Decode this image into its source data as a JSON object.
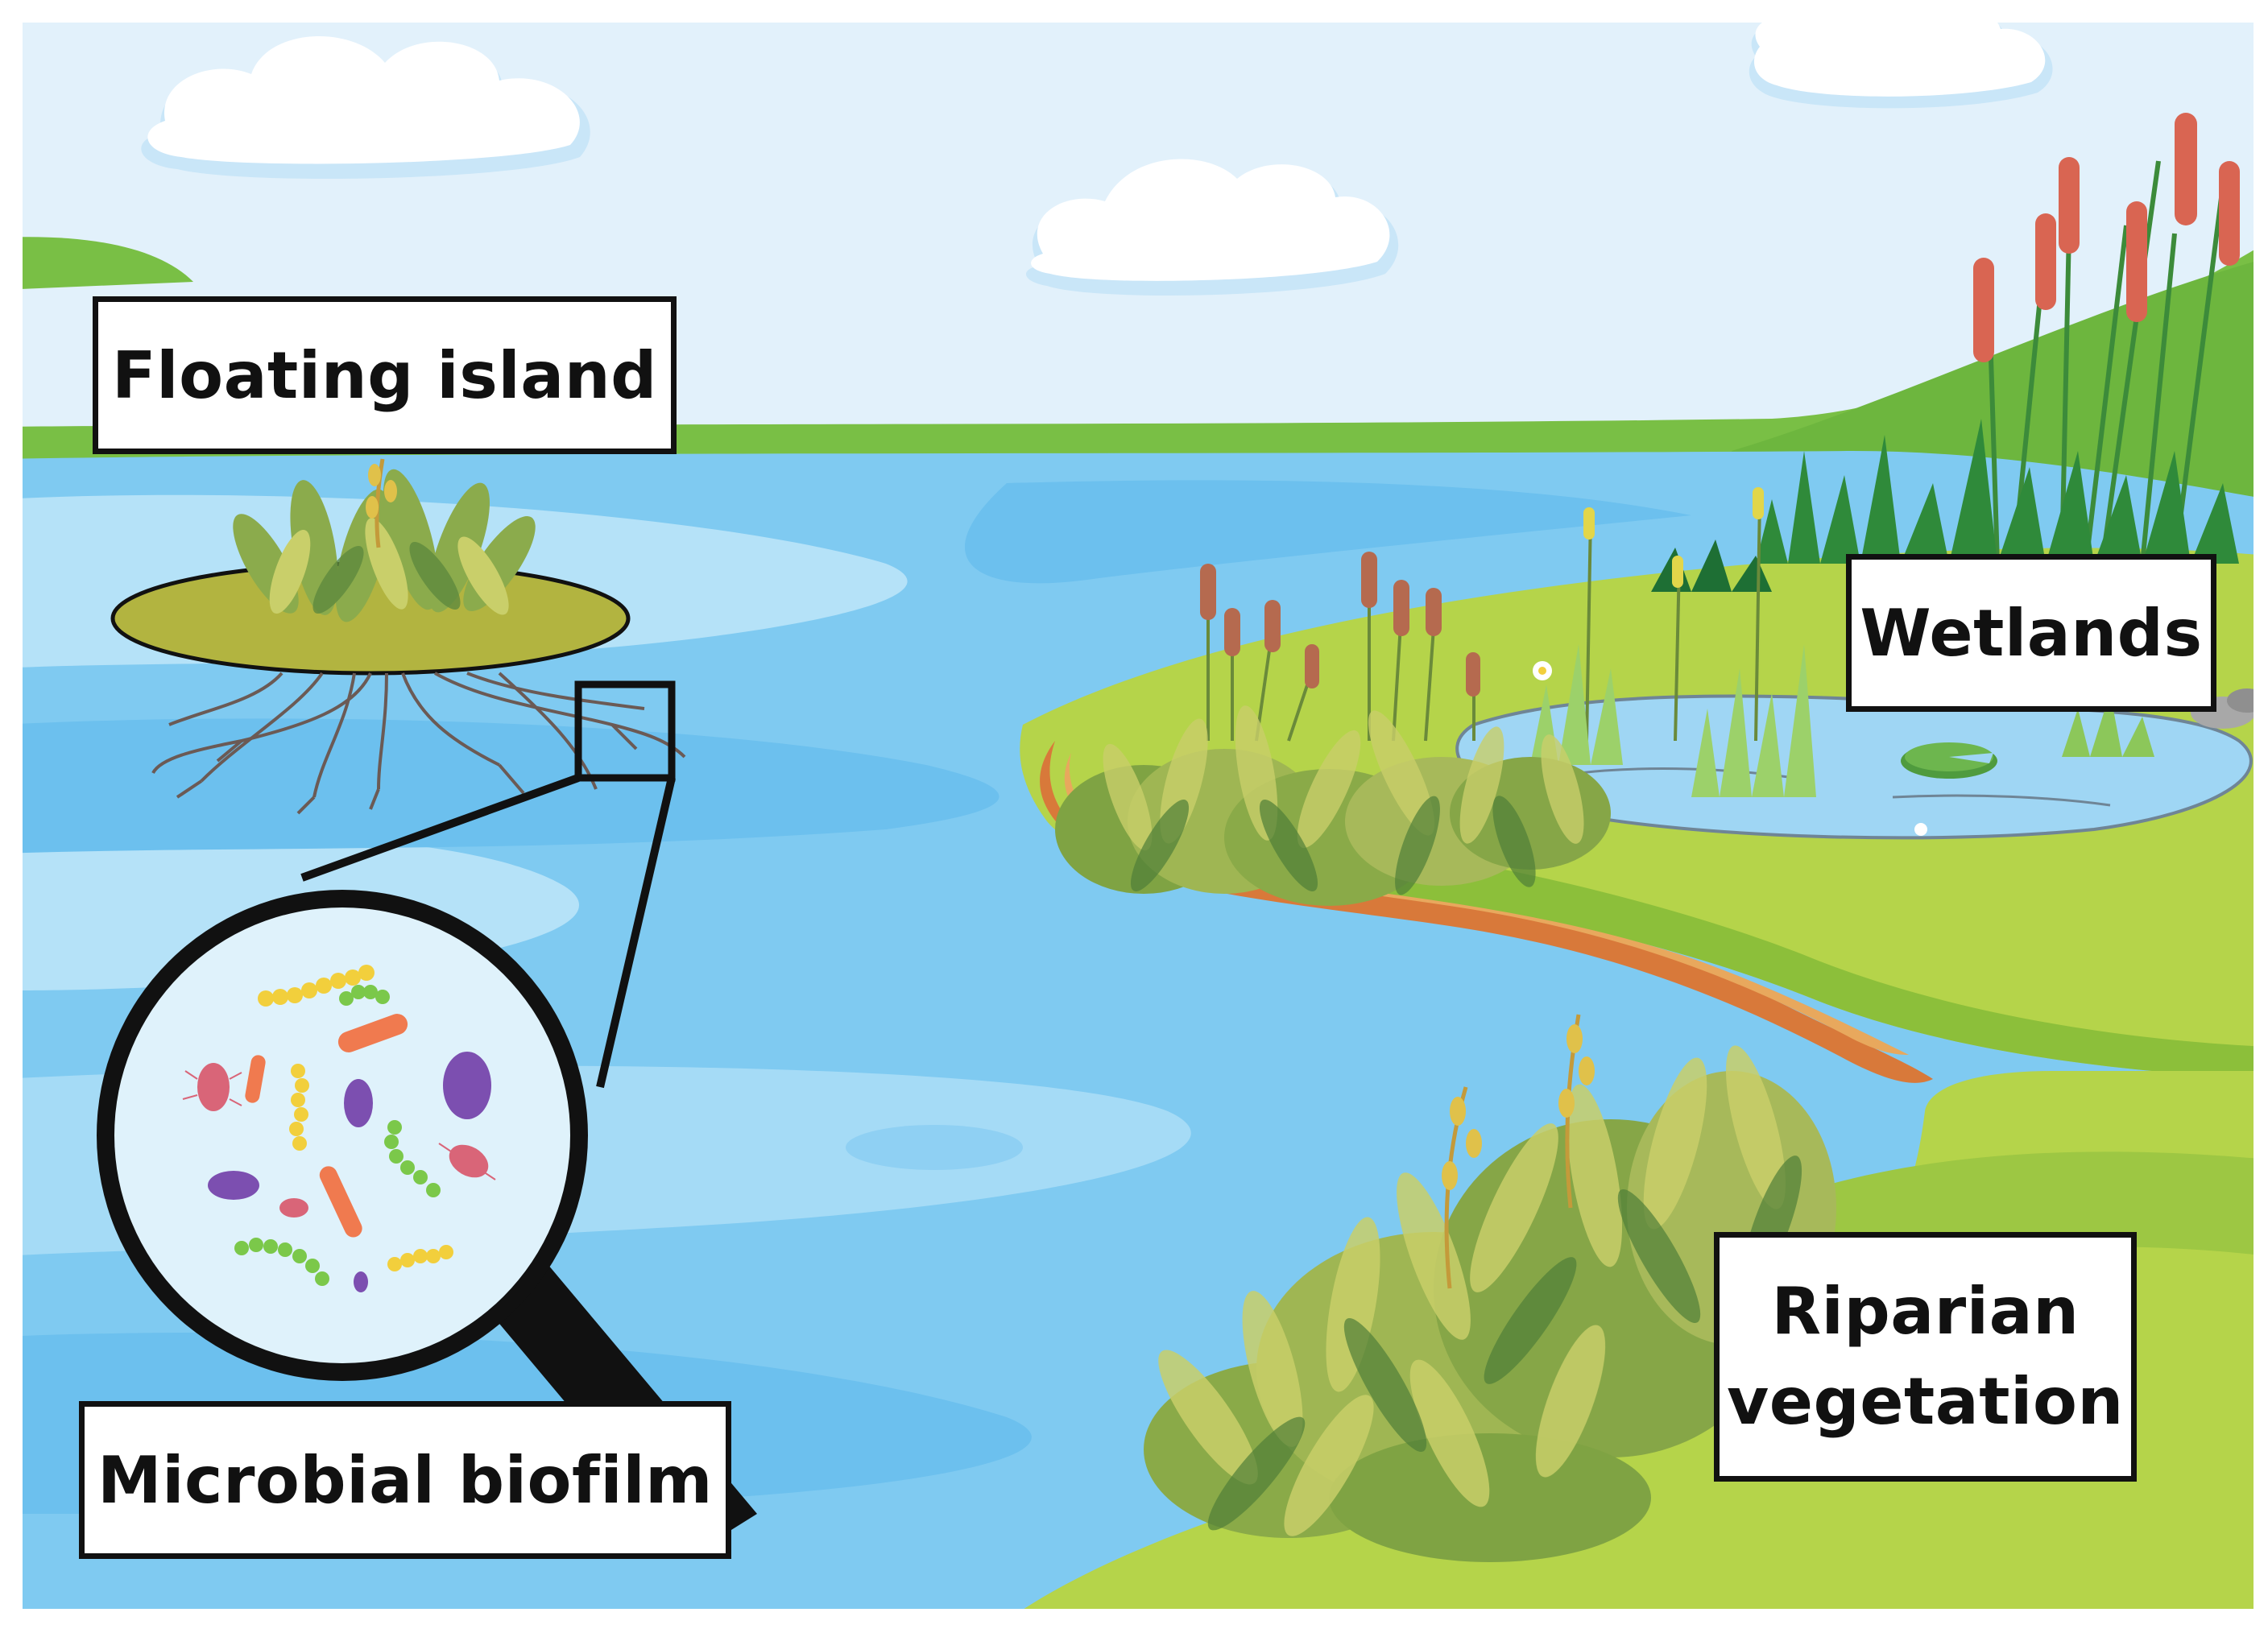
{
  "labels": {
    "floating_island": "Floating island",
    "wetlands": "Wetlands",
    "riparian_line1": "Riparian",
    "riparian_line2": "vegetation",
    "microbial_biofilm": "Microbial biofilm"
  },
  "colors": {
    "sky": "#e2f1fb",
    "cloud": "#ffffff",
    "cloud_shadow": "#c9e6f8",
    "hill": "#79bf45",
    "hill_dark": "#5fa93a",
    "water": "#7fcaf1",
    "water_light": "#b5e2f8",
    "water_dark": "#5cb4e8",
    "grass": "#b5d44a",
    "grass_dark": "#8cbf3a",
    "bank": "#d8793a",
    "island": "#b2b440",
    "roots": "#6b5a55",
    "reed": "#d96552",
    "cattail_brown": "#b56a4f",
    "leaf": "#8bab4c",
    "leaf_light": "#c9cf6a",
    "magnifier": "#111111",
    "lens": "#dff2fb",
    "microbe_purple": "#7c4fb0",
    "microbe_orange": "#f07a4f",
    "microbe_yellow": "#f2cf3c",
    "microbe_green": "#7bc84a",
    "microbe_pink": "#d96578"
  },
  "icons": [
    "cloud-icon",
    "cattail-icon",
    "lily-pad-icon",
    "bacteria-icon",
    "magnifying-glass-icon"
  ]
}
